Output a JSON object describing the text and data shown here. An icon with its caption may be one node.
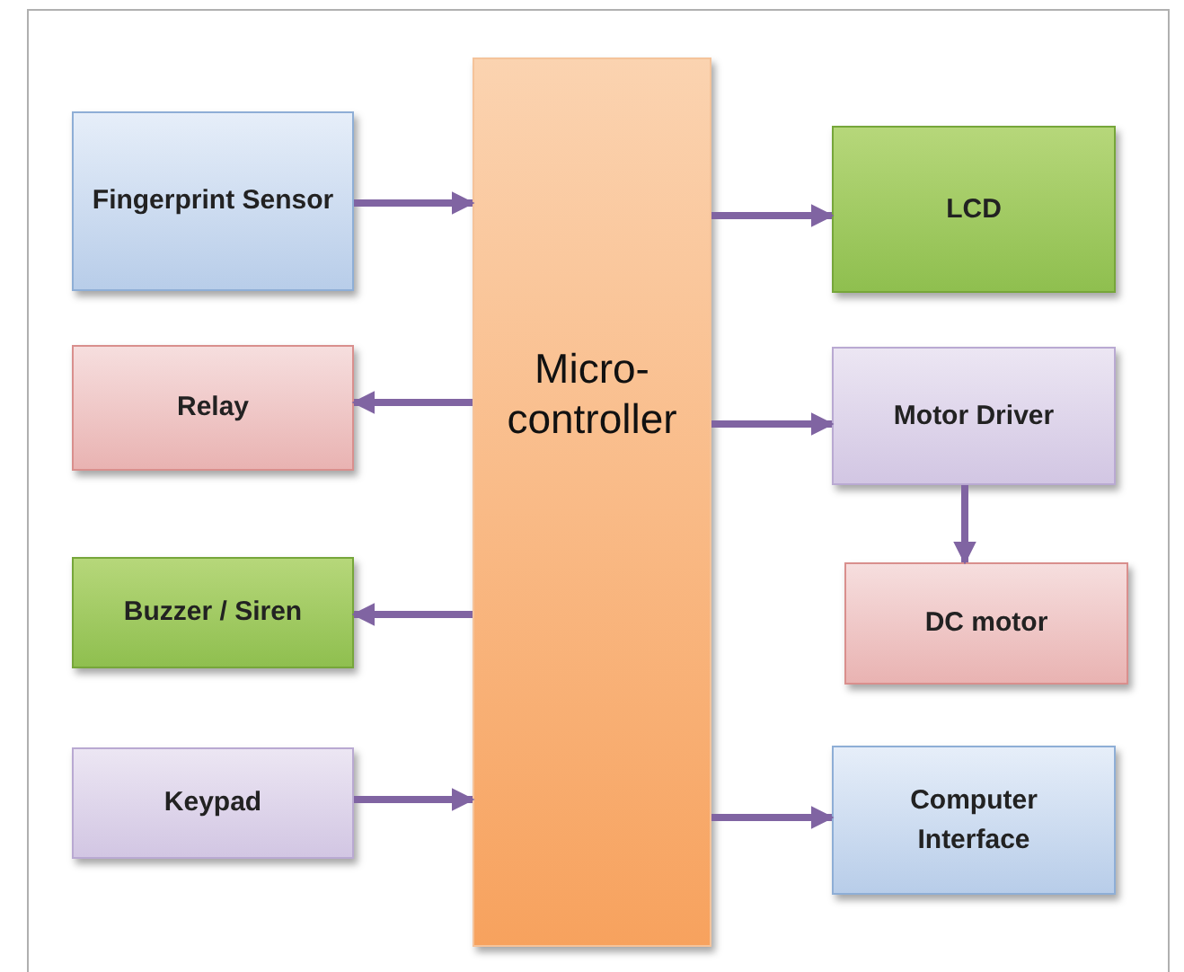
{
  "diagram": {
    "nodes": [
      {
        "text": [
          "Micro- controller"
        ]
      },
      {
        "text": [
          "Fingerprint Sensor"
        ]
      },
      {
        "text": [
          "Relay"
        ]
      },
      {
        "text": [
          "Buzzer / Siren"
        ]
      },
      {
        "text": [
          "Keypad"
        ]
      },
      {
        "text": [
          "LCD"
        ]
      },
      {
        "text": [
          "Motor Driver"
        ]
      },
      {
        "text": [
          "DC motor"
        ]
      },
      {
        "text": [
          "Computer Interface"
        ]
      }
    ],
    "edges": [
      {
        "from": 1,
        "to": 0,
        "arrow": "to"
      },
      {
        "from": 0,
        "to": 2,
        "arrow": "to"
      },
      {
        "from": 0,
        "to": 3,
        "arrow": "to"
      },
      {
        "from": 4,
        "to": 0,
        "arrow": "to"
      },
      {
        "from": 0,
        "to": 5,
        "arrow": "to"
      },
      {
        "from": 0,
        "to": 6,
        "arrow": "to"
      },
      {
        "from": 6,
        "to": 7,
        "arrow": "to"
      },
      {
        "from": 0,
        "to": 8,
        "arrow": "to"
      }
    ]
  }
}
